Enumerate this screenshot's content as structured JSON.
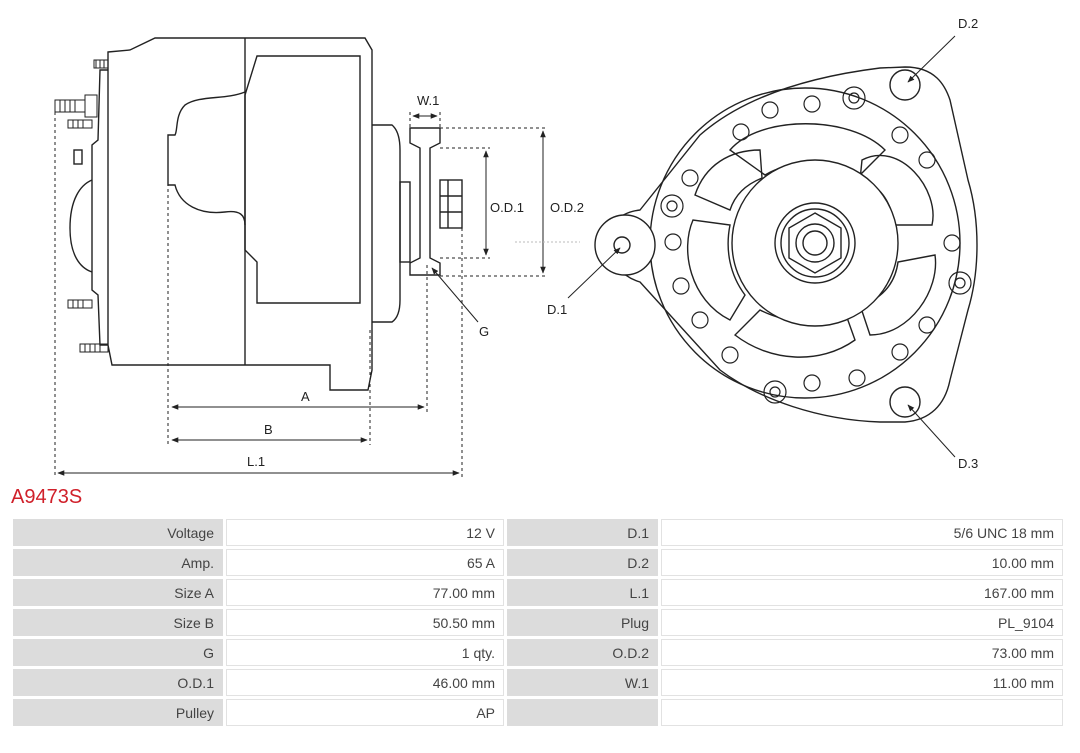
{
  "drawing": {
    "labels": {
      "w1": "W.1",
      "od1": "O.D.1",
      "od2": "O.D.2",
      "a": "A",
      "b": "B",
      "l1": "L.1",
      "g": "G",
      "d1": "D.1",
      "d2": "D.2",
      "d3": "D.3"
    }
  },
  "part_code": "A9473S",
  "specs": {
    "rows": [
      {
        "k1": "Voltage",
        "v1": "12 V",
        "k2": "D.1",
        "v2": "5/6 UNC 18 mm"
      },
      {
        "k1": "Amp.",
        "v1": "65 A",
        "k2": "D.2",
        "v2": "10.00 mm"
      },
      {
        "k1": "Size A",
        "v1": "77.00 mm",
        "k2": "L.1",
        "v2": "167.00 mm"
      },
      {
        "k1": "Size B",
        "v1": "50.50 mm",
        "k2": "Plug",
        "v2": "PL_9104"
      },
      {
        "k1": "G",
        "v1": "1 qty.",
        "k2": "O.D.2",
        "v2": "73.00 mm"
      },
      {
        "k1": "O.D.1",
        "v1": "46.00 mm",
        "k2": "W.1",
        "v2": "11.00 mm"
      },
      {
        "k1": "Pulley",
        "v1": "AP",
        "k2": "",
        "v2": ""
      }
    ]
  }
}
